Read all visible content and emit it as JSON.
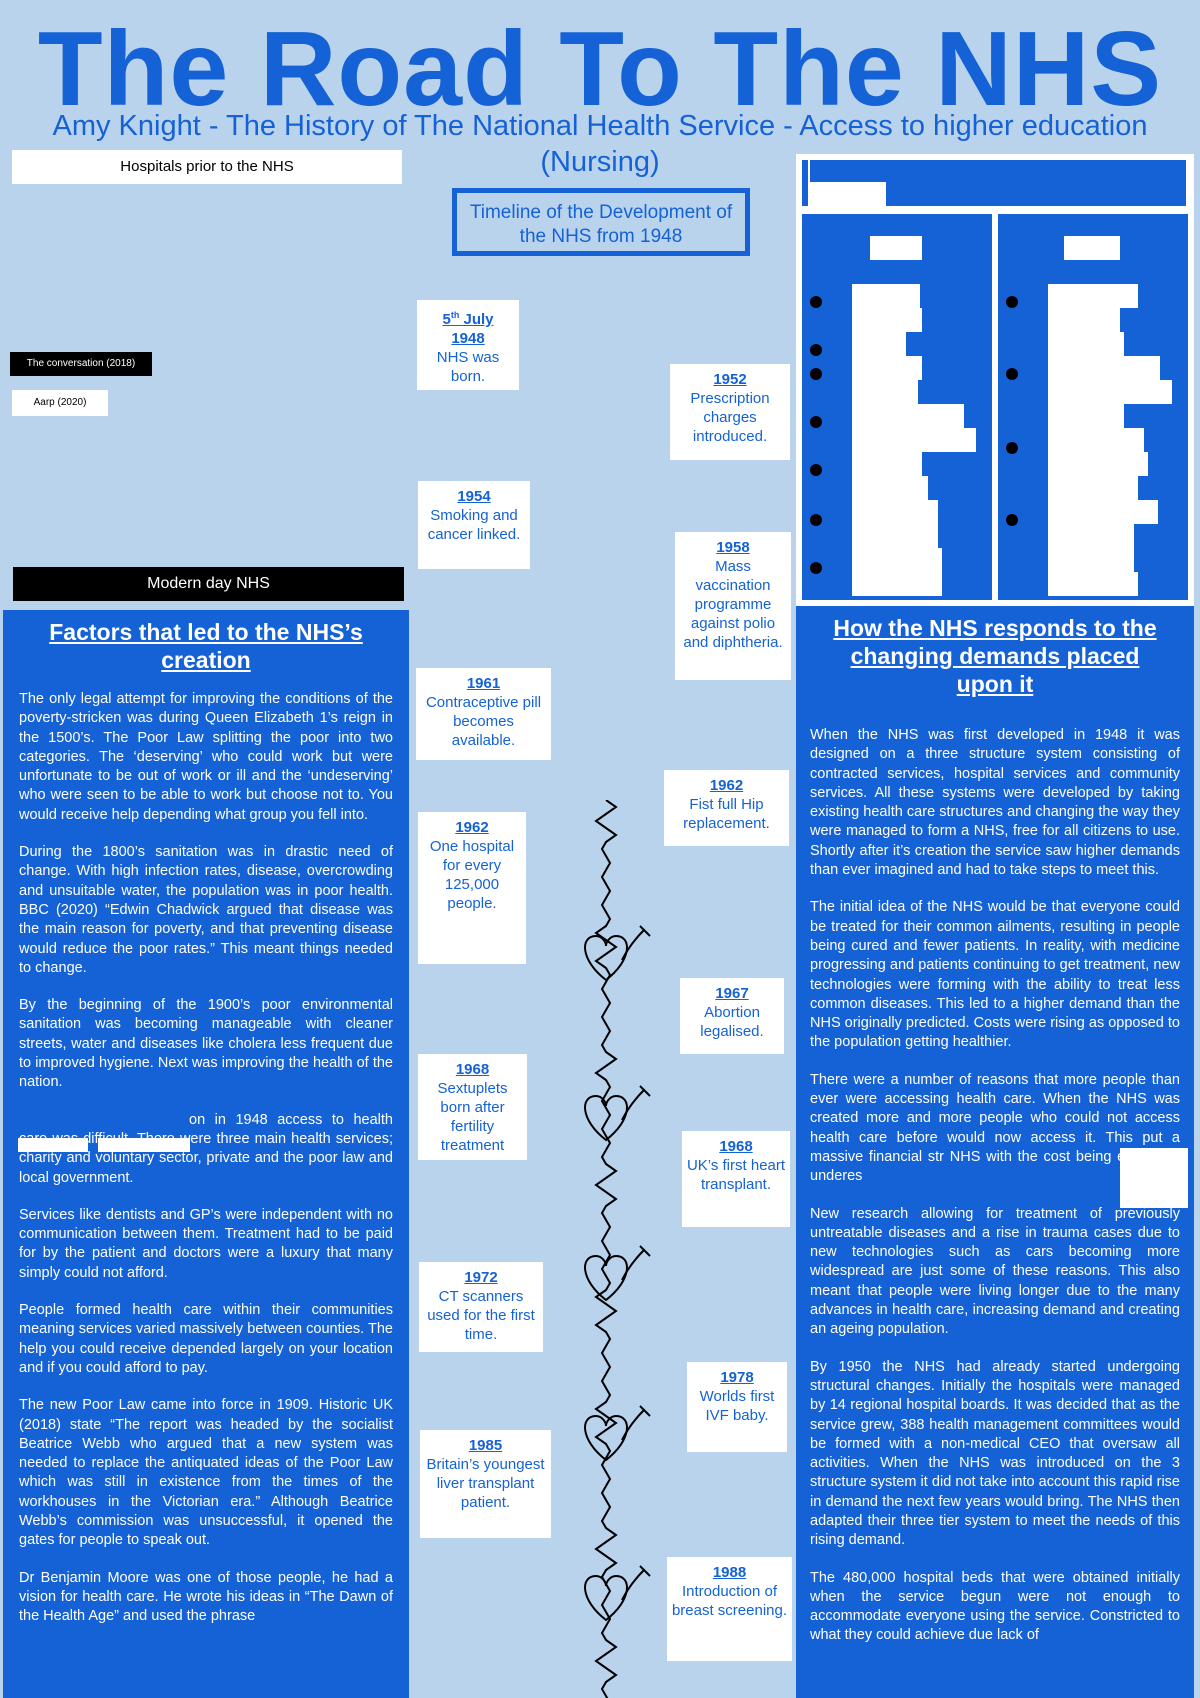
{
  "header": {
    "title": "The Road To The NHS",
    "subtitle_line1": "Amy Knight - The History of The National Health Service - Access to higher education",
    "subtitle_line2": "(Nursing)"
  },
  "left": {
    "hospitals_label": "Hospitals prior to the NHS",
    "caption1": "The conversation (2018)",
    "caption2": "Aarp (2020)",
    "modern_label": "Modern day NHS"
  },
  "factors": {
    "heading_line1": "Factors that led to the NHS’s",
    "heading_line2": "creation",
    "paragraphs": [
      "The only legal attempt for improving the conditions of the poverty-stricken was during Queen Elizabeth 1’s reign in the 1500’s. The Poor Law splitting the poor into two categories. The ‘deserving’ who could work but were unfortunate to be out of work or ill and the ‘undeserving’ who were seen to be able to work but choose not to. You would receive help depending what group you fell into.",
      "During the 1800’s sanitation was in drastic need of change. With high infection rates, disease, overcrowding and unsuitable water, the population was in poor health. BBC (2020) “Edwin Chadwick argued that disease was the main reason for poverty, and that preventing disease would reduce the poor rates.” This meant things needed to change.",
      "By the beginning of the 1900’s poor environmental sanitation was becoming manageable with cleaner streets, water and diseases like cholera less frequent due to improved hygiene. Next was improving the health of the nation.",
      "on in 1948 access to health care was difficult. There were three main health services; charity and voluntary sector, private and the poor law and local government.",
      "Services like dentists and GP’s were independent with no communication between them. Treatment had to be paid for by the patient and doctors were a luxury that many simply could not afford.",
      "People formed health care within their communities meaning services varied massively between counties. The help you could receive depended largely on your location and if you could afford to pay.",
      "The new Poor Law came into force in 1909. Historic UK (2018) state “The report was headed by the socialist Beatrice Webb who argued that a new system was needed to replace the antiquated ideas of the Poor Law which was still in existence from the times of the workhouses in the Victorian era.” Although Beatrice Webb’s commission was unsuccessful, it opened the gates for people to speak out.",
      "Dr Benjamin Moore was one of those people, he had a vision for health care. He wrote his ideas in “The Dawn of the Health Age” and used the phrase"
    ]
  },
  "timeline": {
    "heading": "Timeline of the Development of the NHS from 1948",
    "events": [
      {
        "year": "5th July 1948",
        "text": "NHS was born."
      },
      {
        "year": "1952",
        "text": "Prescription charges introduced."
      },
      {
        "year": "1954",
        "text": "Smoking and cancer linked."
      },
      {
        "year": "1958",
        "text": "Mass vaccination programme against polio and diphtheria."
      },
      {
        "year": "1961",
        "text": "Contraceptive pill becomes available."
      },
      {
        "year": "1962",
        "text": "Fist full Hip replacement."
      },
      {
        "year": "1962",
        "text": "One hospital for every 125,000 people."
      },
      {
        "year": "1967",
        "text": "Abortion legalised."
      },
      {
        "year": "1968",
        "text": "Sextuplets born after fertility treatment"
      },
      {
        "year": "1968",
        "text": "UK’s first heart transplant."
      },
      {
        "year": "1972",
        "text": "CT scanners used for the first time."
      },
      {
        "year": "1978",
        "text": "Worlds first IVF baby."
      },
      {
        "year": "1985",
        "text": "Britain’s youngest liver transplant patient."
      },
      {
        "year": "1988",
        "text": "Introduction of breast screening."
      }
    ]
  },
  "demands": {
    "heading_line1": "How the NHS responds to the",
    "heading_line2": "changing demands placed",
    "heading_line3": "upon it",
    "paragraphs": [
      "When the NHS was first developed in 1948 it was designed on a three structure system consisting of contracted services, hospital services and community services. All these systems were developed by taking existing health care structures and changing the way they were managed to form a NHS, free for all citizens to use. Shortly after it’s creation the service saw higher demands than ever imagined and had to take steps to meet this.",
      "The initial idea of the NHS would be that everyone could be treated for their common ailments, resulting in people being cured and fewer patients. In reality, with medicine progressing and patients continuing to get treatment, new technologies were forming with the ability to treat less common diseases. This led to a higher demand than the NHS originally predicted. Costs were rising as opposed to the population getting healthier.",
      "There were a number of reasons that more people than ever were accessing health care. When the NHS was created more and more people who could not access health care before would now access it. This put a massive financial str NHS with the cost being extremely underes",
      "New research allowing for treatment of previously untreatable diseases and a rise in trauma cases due to new technologies such as cars becoming more widespread are just some of these reasons. This also meant that people were living longer due to the many advances in health care, increasing demand and creating an ageing population.",
      "By 1950 the NHS had already started undergoing structural changes. Initially the hospitals were managed by 14 regional hospital boards. It was decided that as the service grew, 388 health management committees would be formed with a non-medical CEO that oversaw all activities. When the NHS was introduced on the 3 structure system it did not take into account this rapid rise in demand the next few years would bring. The NHS then adapted their three tier system to meet the needs of this rising demand.",
      "The 480,000 hospital beds that were obtained initially when the service begun were not enough to accommodate everyone using the service. Constricted to what they could achieve due lack of"
    ]
  },
  "colors": {
    "background": "#bad3ec",
    "accent": "#1462d6",
    "white": "#ffffff",
    "black": "#000000"
  }
}
